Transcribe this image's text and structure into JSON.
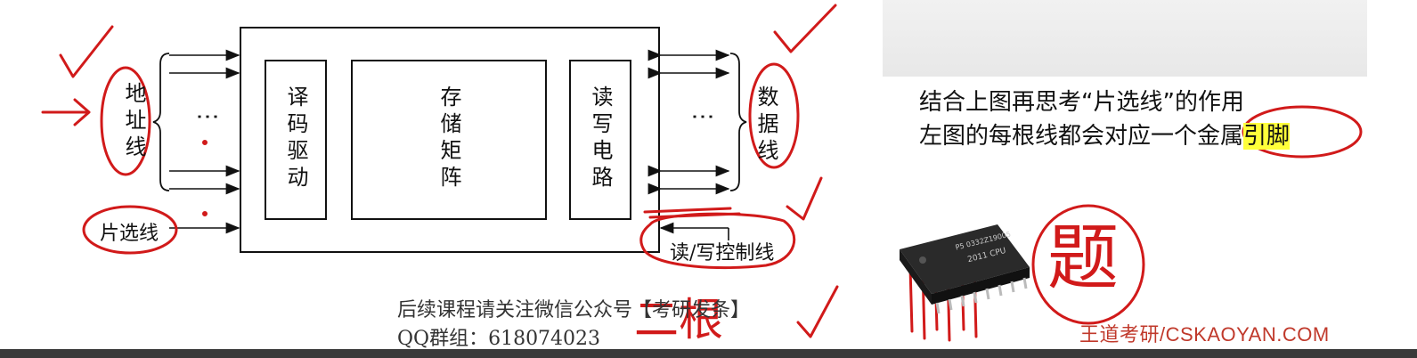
{
  "diagram": {
    "address_line_label": "地址线",
    "decoder_label": "译码驱动",
    "storage_matrix_label": "存储矩阵",
    "rw_circuit_label": "读写电路",
    "data_line_label": "数据线",
    "chip_select_label": "片选线",
    "rw_control_label": "读/写控制线",
    "ellipsis": "⋮"
  },
  "notes": {
    "line1": "结合上图再思考“片选线”的作用",
    "line2_prefix": "左图的每根线都会对应一个",
    "line2_metal": "金属",
    "line2_highlight": "引脚"
  },
  "chip": {
    "marking1": "P5  0332Z19005",
    "marking2": "2011  CPU"
  },
  "handwriting": {
    "count_word": "二根",
    "question_char": "题"
  },
  "footer": {
    "line1": "后续课程请关注微信公众号【考研发条】",
    "line2": "QQ群组：618074023"
  },
  "brand": "王道考研/CSKAOYAN.COM",
  "colors": {
    "ink_red": "#d11a1a",
    "highlight": "#ffff3a",
    "brand_red": "#c0392b"
  }
}
